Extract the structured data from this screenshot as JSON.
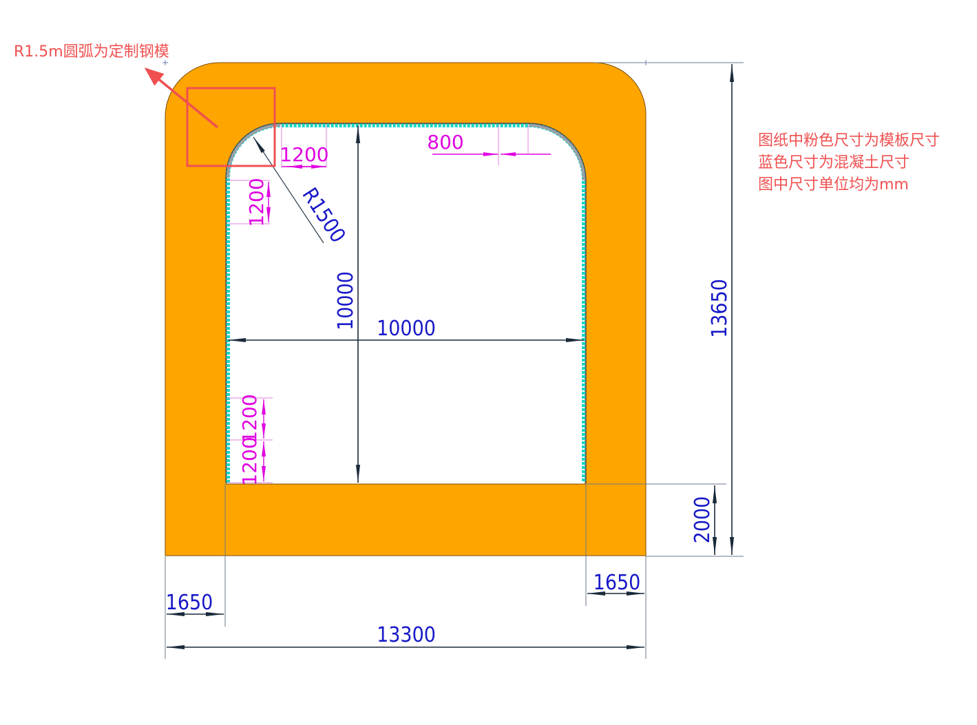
{
  "callout": {
    "text": "R1.5m圆弧为定制钢模",
    "color": "#f05050"
  },
  "notes": [
    "图纸中粉色尺寸为模板尺寸",
    "蓝色尺寸为混凝土尺寸",
    "图中尺寸单位均为mm"
  ],
  "colors": {
    "concrete": "#ffa500",
    "formwork": "#19d5c4",
    "concrete_dim": "#1818c8",
    "formwork_dim": "#e000e0",
    "note": "#f05050"
  },
  "dimensions": {
    "total_width": "13300",
    "total_height": "13650",
    "inner_width": "10000",
    "inner_height": "10000",
    "bottom_slab": "2000",
    "left_wall": "1650",
    "right_wall": "1650",
    "arc_radius": "R1500"
  },
  "formwork_dims": {
    "top_corner_h": "1200",
    "top_corner_v": "1200",
    "top_panel": "800",
    "bottom_panel_upper": "1200",
    "bottom_panel_lower": "1200"
  }
}
